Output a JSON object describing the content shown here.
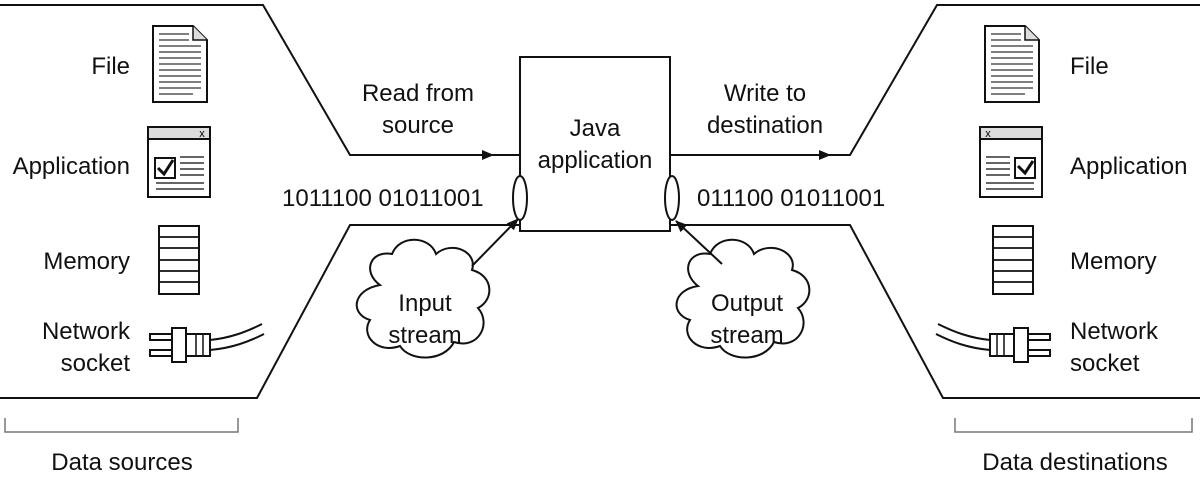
{
  "left": {
    "items": [
      {
        "label": "File",
        "icon": "document-icon"
      },
      {
        "label": "Application",
        "icon": "application-window-icon"
      },
      {
        "label": "Memory",
        "icon": "memory-stack-icon"
      },
      {
        "label": "Network socket",
        "icon": "network-plug-icon"
      }
    ],
    "caption": "Data sources"
  },
  "right": {
    "items": [
      {
        "label": "File",
        "icon": "document-icon"
      },
      {
        "label": "Application",
        "icon": "application-window-icon"
      },
      {
        "label": "Memory",
        "icon": "memory-stack-icon"
      },
      {
        "label": "Network socket",
        "icon": "network-plug-icon"
      }
    ],
    "caption": "Data destinations"
  },
  "center": {
    "read_label": "Read from source",
    "write_label": "Write to destination",
    "app_label": "Java application",
    "input_bits": "1011100 01011001",
    "output_bits": "011100 01011001",
    "input_cloud": "Input stream",
    "output_cloud": "Output stream"
  },
  "window_close_glyph": "x"
}
